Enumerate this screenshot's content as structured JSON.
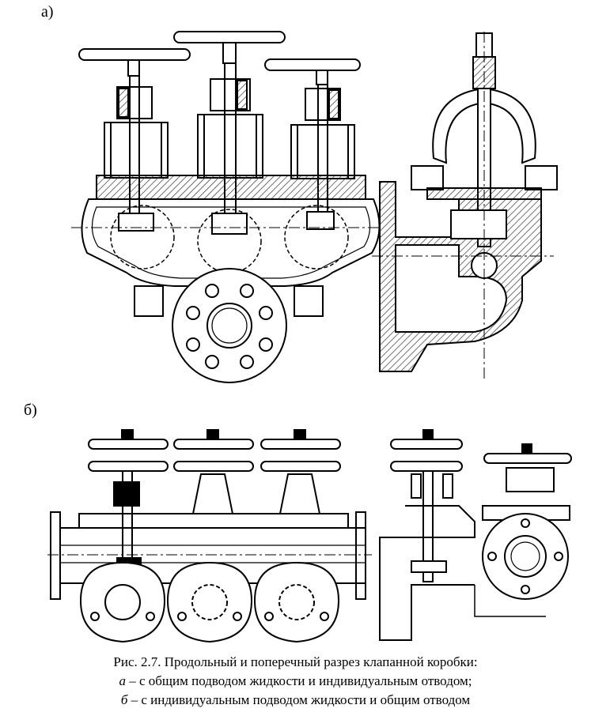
{
  "labels": {
    "a": "а)",
    "b": "б)"
  },
  "caption": {
    "line1": "Рис. 2.7. Продольный и поперечный разрез клапанной коробки:",
    "line2_letter": "а",
    "line2_text": " – с общим подводом жидкости и индивидуальным отводом;",
    "line3_letter": "б",
    "line3_text": " – с индивидуальным подводом жидкости и общим отводом"
  },
  "colors": {
    "ink": "#000000",
    "hatch": "#555555",
    "paper": "#ffffff"
  }
}
